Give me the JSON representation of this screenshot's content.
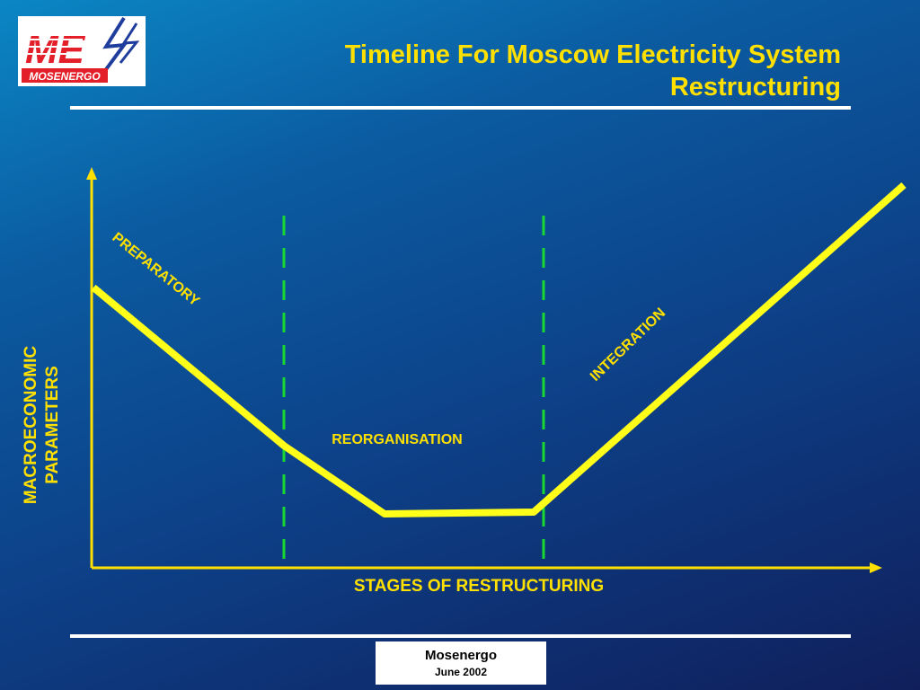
{
  "logo": {
    "monogram": "ME",
    "text": "MOSENERGO",
    "brand_color": "#e3202a",
    "accent_color": "#1f3d9c"
  },
  "header": {
    "title_line1": "Timeline For Moscow Electricity System",
    "title_line2": "Restructuring",
    "title_color": "#ffe000"
  },
  "diagram": {
    "y_axis_label_line1": "MACROECONOMIC",
    "y_axis_label_line2": "PARAMETERS",
    "x_axis_label": "STAGES OF RESTRUCTURING",
    "stages": [
      {
        "label": "PREPARATORY"
      },
      {
        "label": "REORGANISATION"
      },
      {
        "label": "INTEGRATION"
      }
    ],
    "curve_color": "#ffff1a",
    "divider_color": "#19d832",
    "axis_color": "#ffe000"
  },
  "footer": {
    "name": "Mosenergo",
    "date": "June 2002"
  }
}
